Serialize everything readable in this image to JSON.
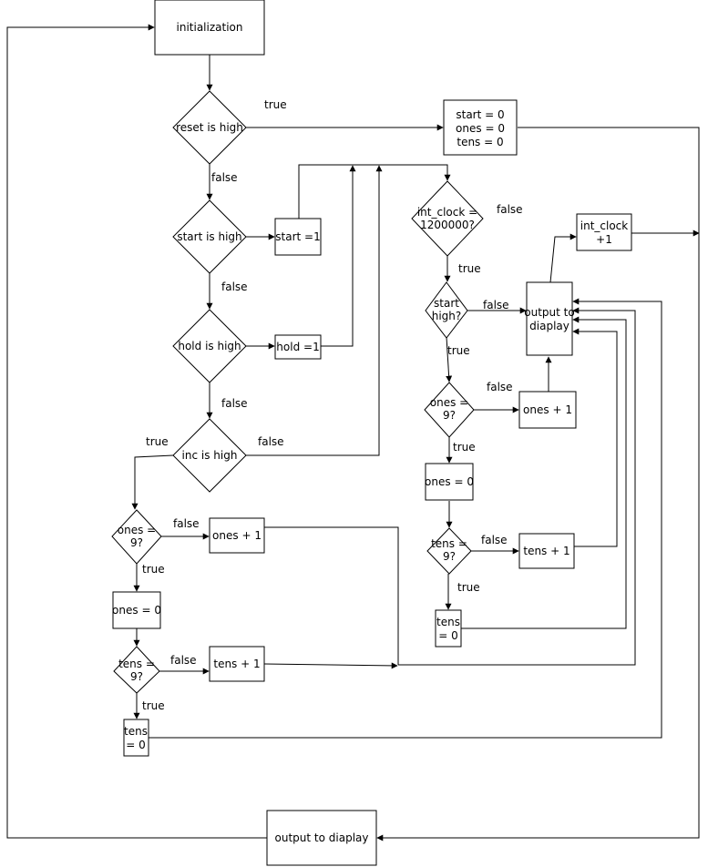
{
  "nodes": {
    "init": "initialization",
    "reset": "reset is high",
    "set_zero": [
      "start = 0",
      "ones = 0",
      "tens = 0"
    ],
    "start_high": "start is high",
    "start_set": "start =1",
    "hold_high": "hold is high",
    "hold_set": "hold =1",
    "inc_high": "inc is high",
    "l_ones_check": [
      "ones =",
      "9?"
    ],
    "l_ones_inc": "ones + 1",
    "l_ones_zero": "ones = 0",
    "l_tens_check": [
      "tens =",
      "9?"
    ],
    "l_tens_inc": "tens + 1",
    "l_tens_zero": [
      "tens",
      "= 0"
    ],
    "clk_check": [
      "int_clock =",
      "1200000?"
    ],
    "r_start_check": [
      "start",
      "high?"
    ],
    "r_output": [
      "output to",
      "diaplay"
    ],
    "clk_inc": [
      "int_clock",
      "+1"
    ],
    "r_ones_check": [
      "ones =",
      "9?"
    ],
    "r_ones_inc": "ones + 1",
    "r_ones_zero": "ones = 0",
    "r_tens_check": [
      "tens =",
      "9?"
    ],
    "r_tens_inc": "tens + 1",
    "r_tens_zero": [
      "tens",
      "= 0"
    ],
    "final_output": "output to diaplay"
  },
  "edge_labels": {
    "reset_true": "true",
    "reset_false": "false",
    "start_false": "false",
    "hold_false": "false",
    "inc_true": "true",
    "inc_false": "false",
    "l_ones_false": "false",
    "l_ones_true": "true",
    "l_tens_false": "false",
    "l_tens_true": "true",
    "clk_false": "false",
    "clk_true": "true",
    "r_start_false": "false",
    "r_start_true": "true",
    "r_ones_false": "false",
    "r_ones_true": "true",
    "r_tens_false": "false",
    "r_tens_true": "true"
  }
}
